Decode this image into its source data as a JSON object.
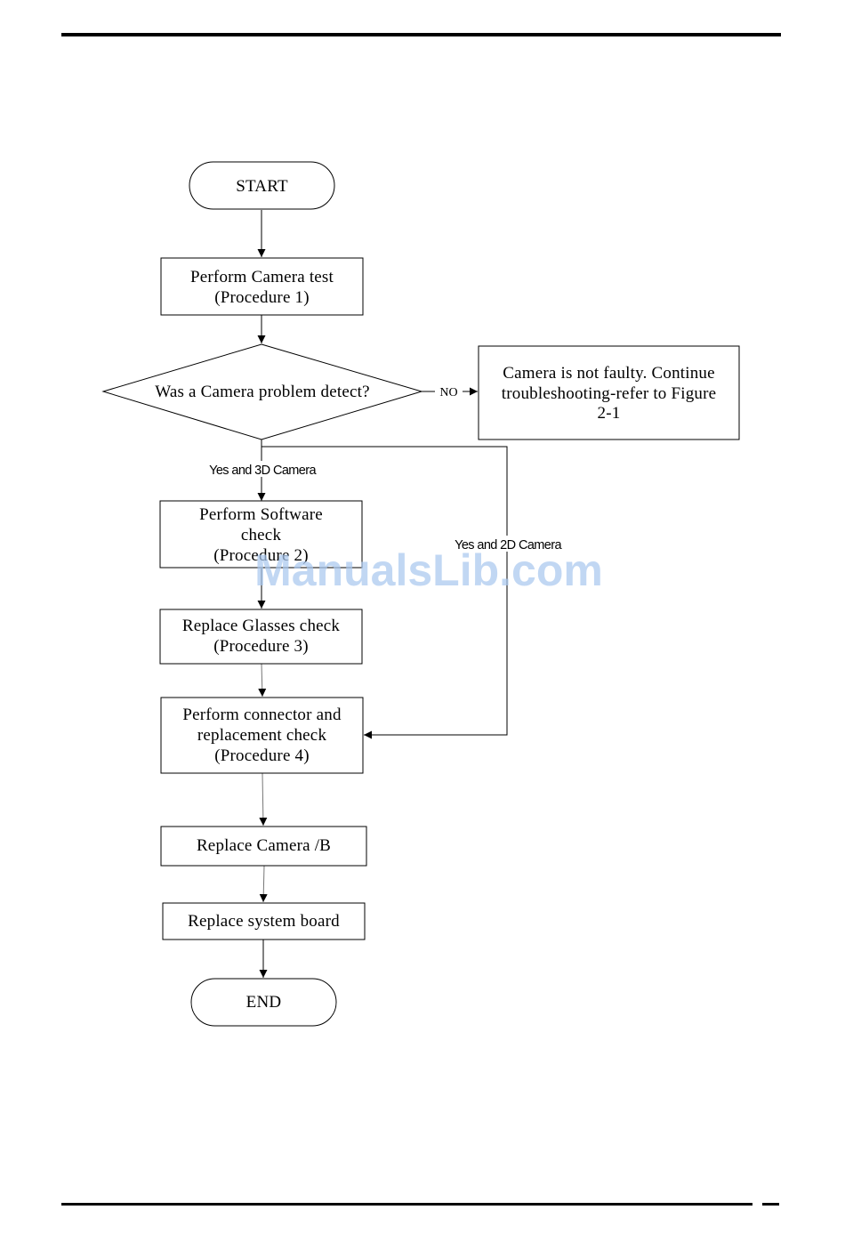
{
  "flowchart": {
    "start": "START",
    "end": "END",
    "camera_test": [
      "Perform Camera test",
      "(Procedure 1)"
    ],
    "decision": "Was a Camera problem detect?",
    "not_faulty": [
      "Camera is not faulty. Continue",
      "troubleshooting-refer to Figure",
      "2-1"
    ],
    "software_check": [
      "Perform Software",
      "check",
      "(Procedure 2)"
    ],
    "glasses_check": [
      "Replace Glasses check",
      "(Procedure 3)"
    ],
    "connector_check": [
      "Perform connector and",
      "replacement check",
      "(Procedure 4)"
    ],
    "replace_camera": "Replace Camera /B",
    "replace_board": "Replace system board",
    "labels": {
      "no": "NO",
      "yes_3d": "Yes and 3D Camera",
      "yes_2d": "Yes and 2D Camera"
    }
  },
  "watermark": "ManualsLib.com"
}
